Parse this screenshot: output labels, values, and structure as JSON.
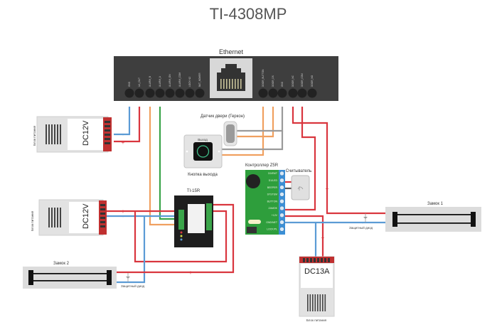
{
  "title": "TI-4308MP",
  "colors": {
    "red": "#d9363e",
    "blue": "#5b9bd5",
    "orange": "#f0a060",
    "green": "#3aa54a",
    "gray": "#9a9a9a",
    "device_dark": "#3e3e3e",
    "board_green": "#2e9e3c",
    "terminal_blue": "#3b8fd6"
  },
  "main_device": {
    "name": "TI-4308MP",
    "port_label": "Ethernet",
    "left_terminals": [
      "GND",
      "UA_OUT",
      "ALARM_B",
      "ALARM_A",
      "ALARM_ON",
      "ALARM_COM",
      "LOCK+12",
      "BAT_NOMER"
    ],
    "right_terminals": [
      "DOOR_BUTTON",
      "DOOR_DS",
      "GND",
      "DOOR_NC",
      "DOOR_COM",
      "DOOR_NO"
    ]
  },
  "components": {
    "psu_top": {
      "label": "Блок питания",
      "voltage": "DC12V"
    },
    "psu_mid": {
      "label": "Блок питания",
      "voltage": "DC12V"
    },
    "psu_bottom": {
      "label": "Блок питания",
      "voltage": "DC13A"
    },
    "door_sensor": {
      "label": "Датчик двери (Геркон)"
    },
    "exit_button": {
      "label": "Кнопка выхода",
      "face_label": "Выход"
    },
    "controller": {
      "label": "Контроллер Z5R",
      "terminals": [
        "D0/EMT",
        "D1/LED",
        "BEEPER",
        "SYSTEM",
        "BUTTON",
        "ZAMOK",
        "+12V",
        "GND/NET",
        "LOCK/PL"
      ]
    },
    "reader": {
      "label": "Считыватель"
    },
    "relay": {
      "label": "TI-15R"
    },
    "lock1": {
      "label": "Замок 1",
      "diode": "Защитный диод"
    },
    "lock2": {
      "label": "Замок 2",
      "diode": "Защитный диод"
    }
  },
  "polarity": {
    "plus": "+",
    "minus": "-"
  }
}
